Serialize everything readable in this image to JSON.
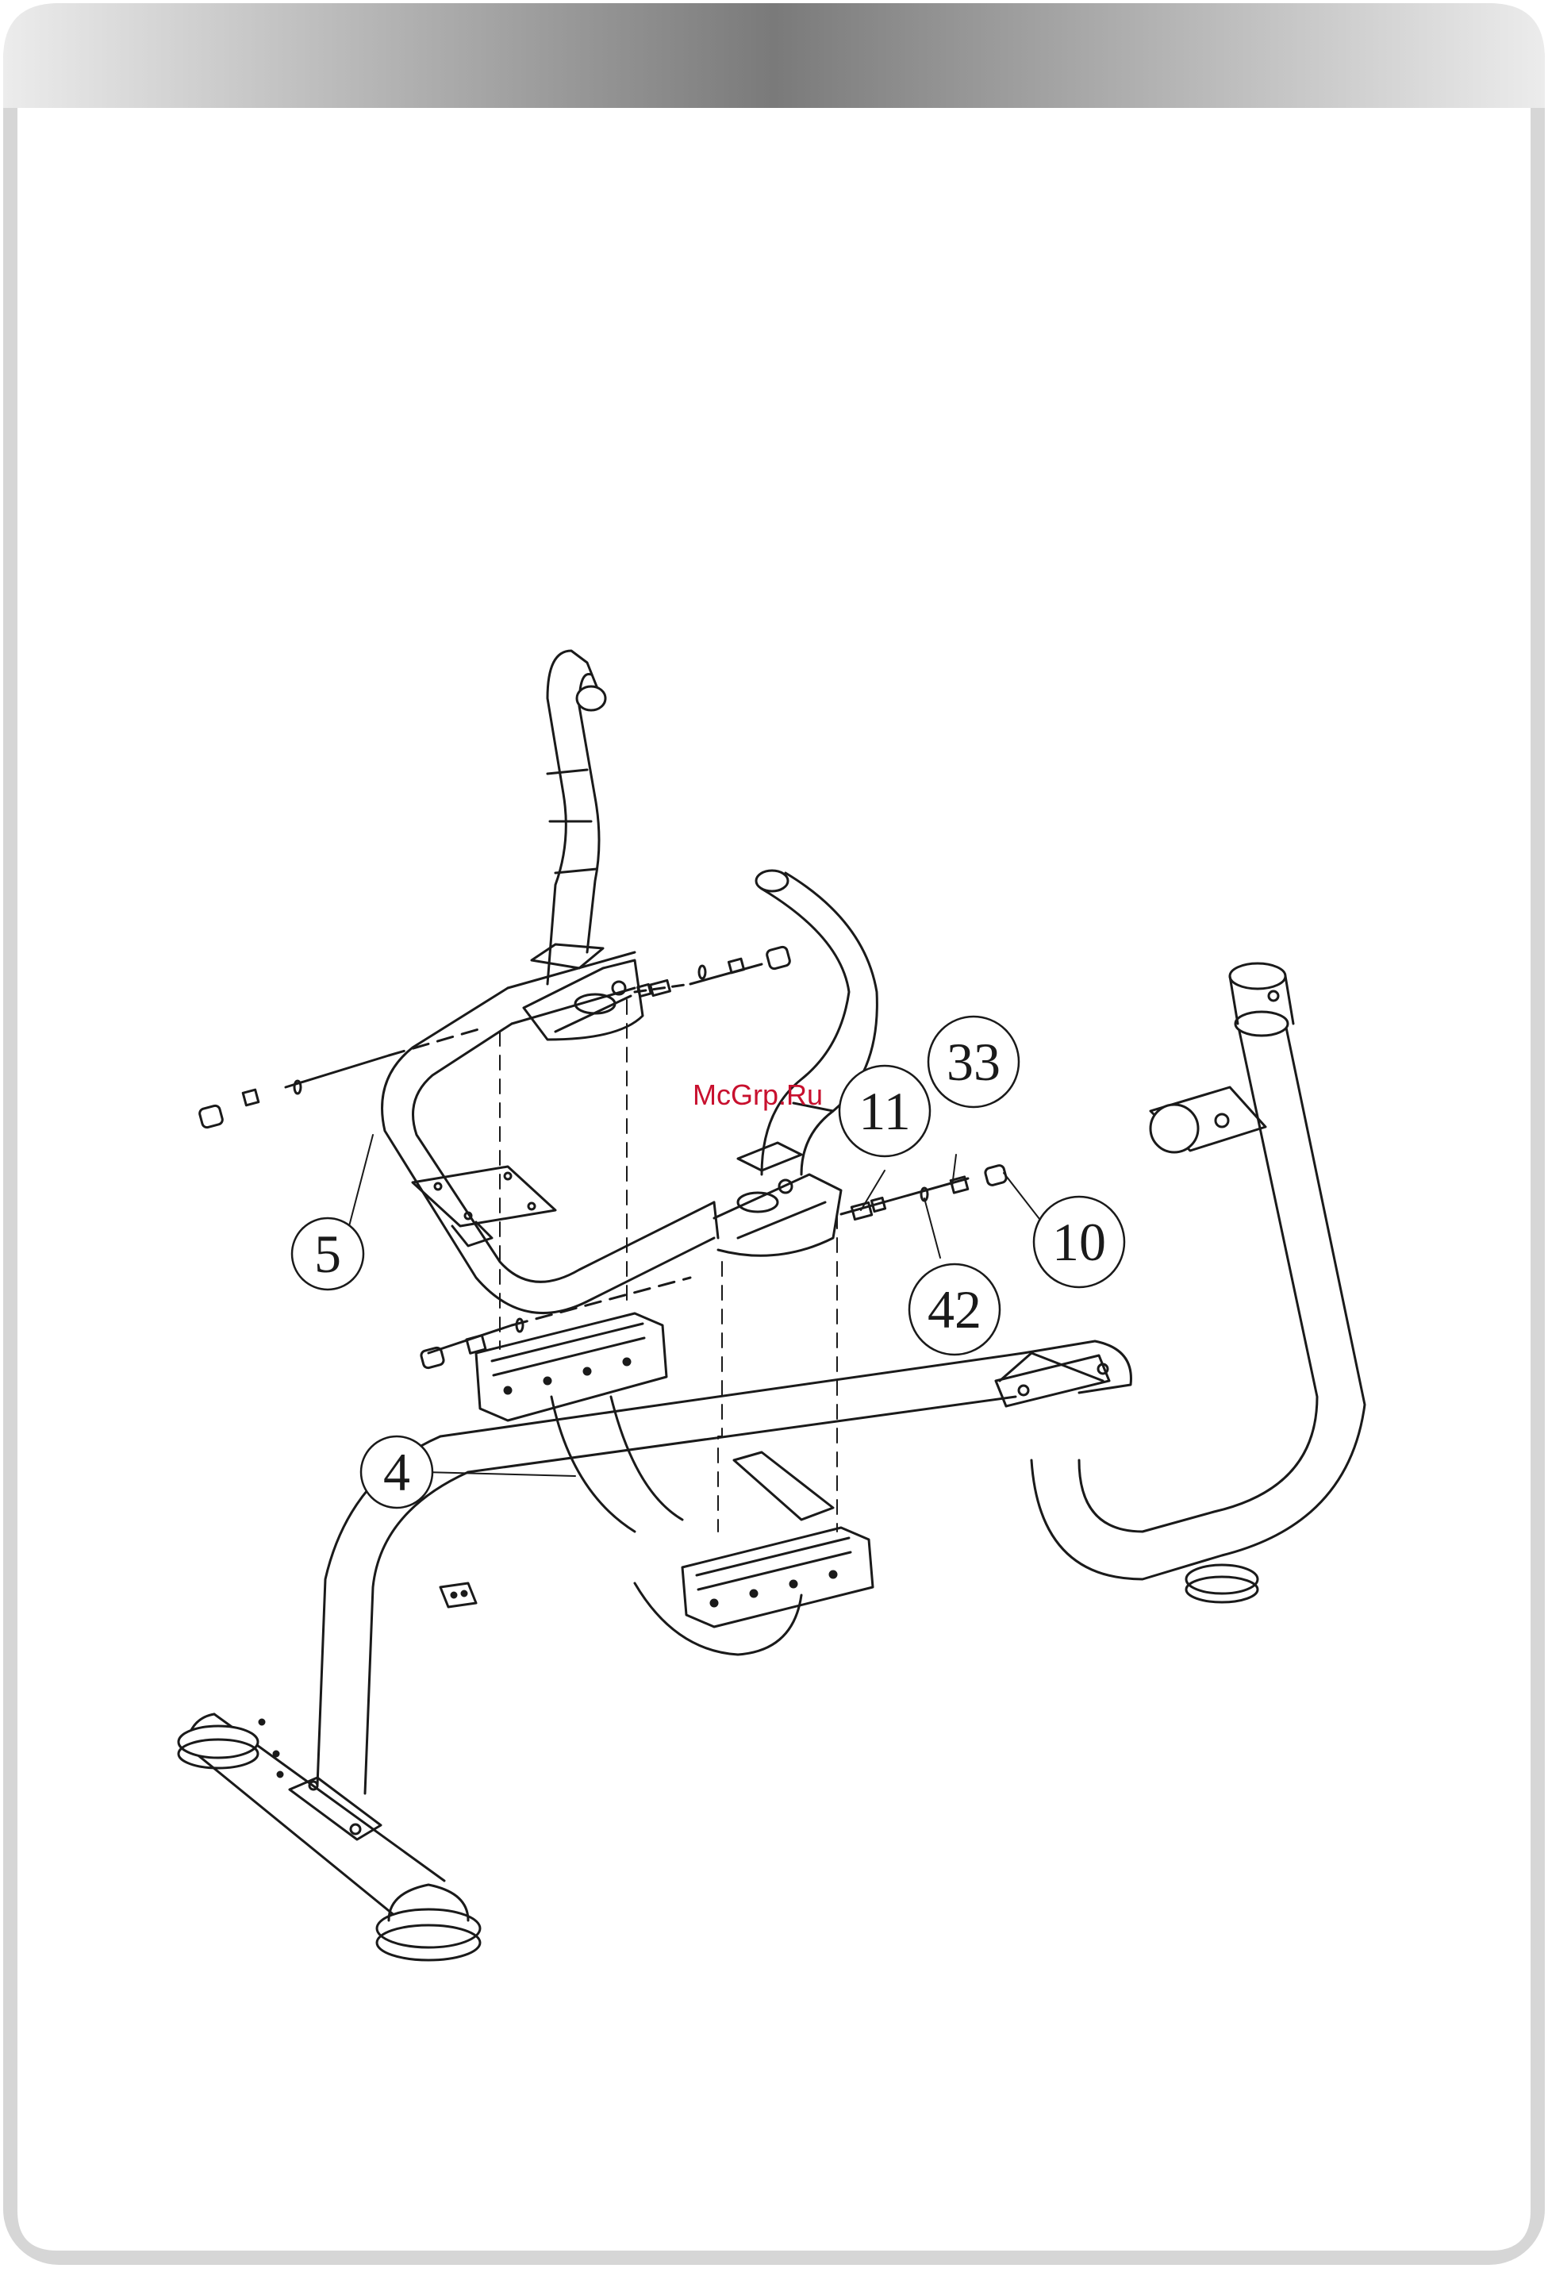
{
  "watermark": "McGrp.Ru",
  "callouts": [
    {
      "id": "c5",
      "label": "5"
    },
    {
      "id": "c4",
      "label": "4"
    },
    {
      "id": "c11",
      "label": "11"
    },
    {
      "id": "c33",
      "label": "33"
    },
    {
      "id": "c42",
      "label": "42"
    },
    {
      "id": "c10",
      "label": "10"
    }
  ],
  "colors": {
    "ink": "#1a1a1a",
    "header_dark": "#7a7a7a",
    "header_light": "#e6e6e6",
    "frame_border": "#d6d6d6",
    "watermark": "#c8102e"
  }
}
